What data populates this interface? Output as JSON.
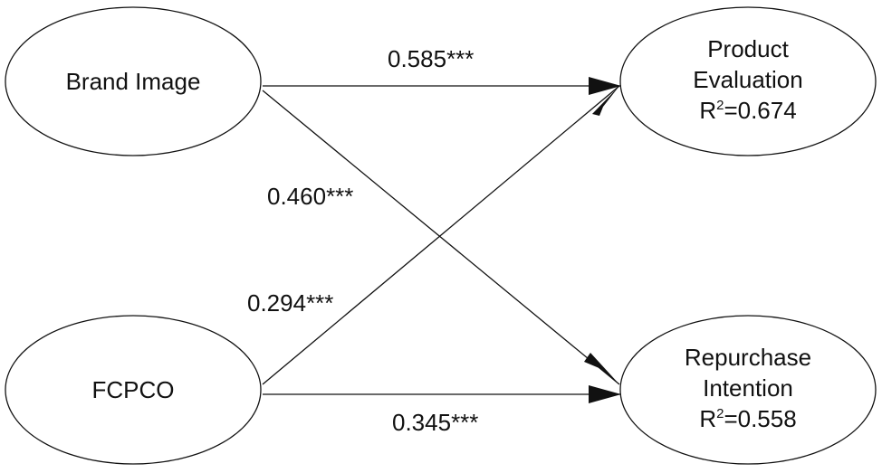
{
  "nodes": {
    "brand_image": {
      "label": "Brand Image"
    },
    "fcpco": {
      "label": "FCPCO"
    },
    "product_evaluation": {
      "label_line1": "Product",
      "label_line2": "Evaluation",
      "r2_prefix": "R",
      "r2_sup": "2",
      "r2_value": "=0.674"
    },
    "repurchase_intention": {
      "label_line1": "Repurchase",
      "label_line2": "Intention",
      "r2_prefix": "R",
      "r2_sup": "2",
      "r2_value": "=0.558"
    }
  },
  "paths": {
    "brand_to_product": "0.585***",
    "brand_to_repurchase": "0.460***",
    "fcpco_to_product": "0.294***",
    "fcpco_to_repurchase": "0.345***"
  },
  "colors": {
    "stroke": "#111111",
    "background": "#ffffff"
  }
}
